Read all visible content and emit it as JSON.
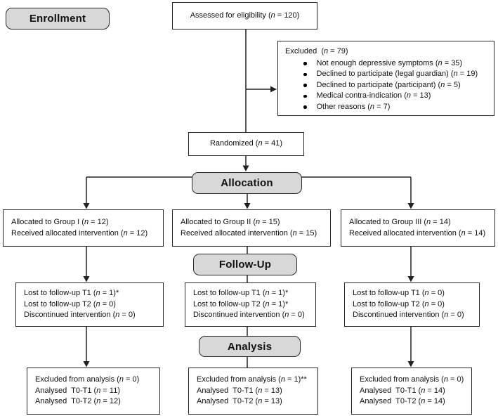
{
  "stages": {
    "enrollment": "Enrollment",
    "allocation": "Allocation",
    "followup": "Follow-Up",
    "analysis": "Analysis"
  },
  "assessed": "Assessed for eligibility (n = 120)",
  "excluded": {
    "title": "Excluded  (n = 79)",
    "reasons": [
      "Not enough depressive symptoms (n = 35)",
      "Declined to participate (legal guardian) (n = 19)",
      "Declined to participate (participant) (n = 5)",
      "Medical contra-indication (n = 13)",
      "Other reasons (n = 7)"
    ]
  },
  "randomized": "Randomized (n = 41)",
  "groups": [
    {
      "allocated": "Allocated to Group I (n = 12)",
      "received": "Received allocated intervention (n = 12)",
      "followup": [
        "Lost to follow-up T1 (n = 1)*",
        "Lost to follow-up T2 (n = 0)",
        "Discontinued intervention (n = 0)"
      ],
      "analysis": [
        "Excluded from analysis (n = 0)",
        "Analysed  T0-T1 (n = 11)",
        "Analysed  T0-T2 (n = 12)"
      ]
    },
    {
      "allocated": "Allocated to Group II (n = 15)",
      "received": "Received allocated intervention (n = 15)",
      "followup": [
        "Lost to follow-up T1 (n = 1)*",
        "Lost to follow-up T2 (n = 1)*",
        "Discontinued intervention (n = 0)"
      ],
      "analysis": [
        "Excluded from analysis (n = 1)**",
        "Analysed  T0-T1 (n = 13)",
        "Analysed  T0-T2 (n = 13)"
      ]
    },
    {
      "allocated": "Allocated to Group III (n = 14)",
      "received": "Received allocated intervention (n = 14)",
      "followup": [
        "Lost to follow-up T1 (n = 0)",
        "Lost to follow-up T2 (n = 0)",
        "Discontinued intervention (n = 0)"
      ],
      "analysis": [
        "Excluded from analysis (n = 0)",
        "Analysed  T0-T1 (n = 14)",
        "Analysed  T0-T2 (n = 14)"
      ]
    }
  ],
  "colors": {
    "stage_label_fill": "#d8d8d8",
    "box_border": "#2a2a2a",
    "connector": "#222222"
  }
}
